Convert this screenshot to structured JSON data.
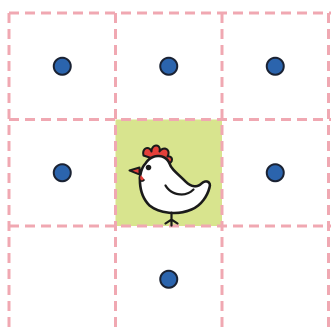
{
  "game": {
    "grid": {
      "rows": 3,
      "cols": 3
    },
    "player": {
      "row": 1,
      "col": 1,
      "character": "chicken-icon"
    },
    "targets": [
      {
        "row": 0,
        "col": 0
      },
      {
        "row": 0,
        "col": 1
      },
      {
        "row": 0,
        "col": 2
      },
      {
        "row": 1,
        "col": 0
      },
      {
        "row": 1,
        "col": 2
      },
      {
        "row": 2,
        "col": 1
      }
    ],
    "colors": {
      "grid_line": "#f0a8b2",
      "highlight_cell": "#d8e48e",
      "target_fill": "#2b64ad",
      "target_stroke": "#1a2233"
    }
  }
}
